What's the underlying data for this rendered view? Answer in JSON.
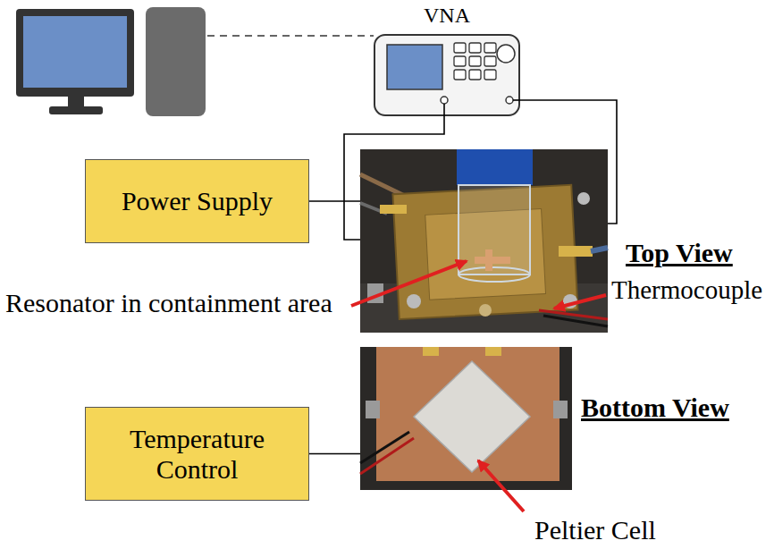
{
  "diagram": {
    "nodes": [
      {
        "text": [
          "VNA"
        ]
      },
      {
        "text": [
          "Power Supply"
        ]
      },
      {
        "text": [
          "Top View"
        ]
      },
      {
        "text": [
          "Temperature Control"
        ]
      },
      {
        "text": [
          "Bottom View"
        ]
      }
    ],
    "edges": [
      {
        "from": 0,
        "to": 2,
        "arrow": "none"
      },
      {
        "from": 0,
        "to": 2,
        "arrow": "none"
      },
      {
        "from": 1,
        "to": 2,
        "arrow": "none"
      },
      {
        "from": 3,
        "to": 4,
        "arrow": "none"
      }
    ],
    "labels": [
      "Resonator in containment area",
      "Thermocouple",
      "Peltier Cell"
    ]
  }
}
